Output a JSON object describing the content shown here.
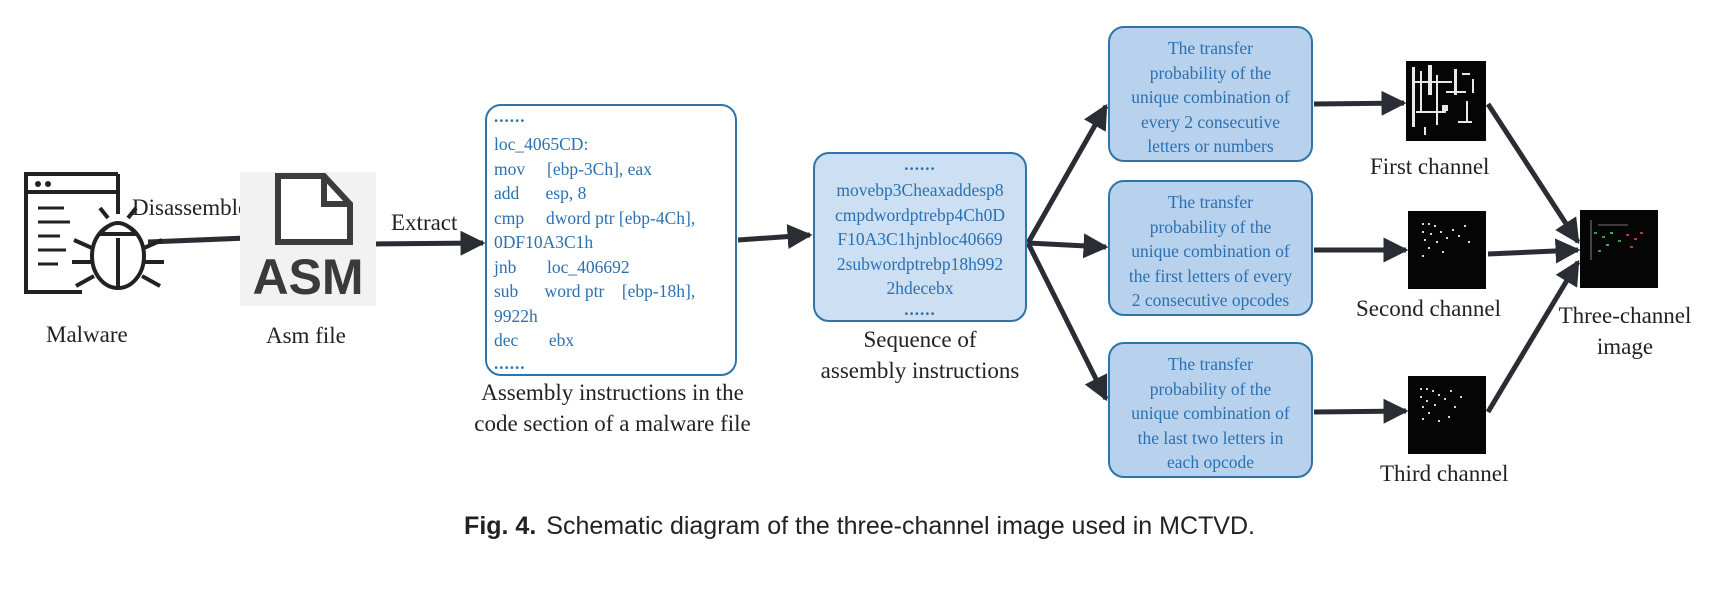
{
  "labels": {
    "malware": "Malware",
    "asm_file": "Asm file",
    "asm_icon_text": "ASM",
    "disassemble": "Disassemble",
    "extract": "Extract",
    "asm_caption_line1": "Assembly instructions in the",
    "asm_caption_line2": "code section of a malware file",
    "seq_caption_line1": "Sequence of",
    "seq_caption_line2": "assembly instructions",
    "first_channel": "First channel",
    "second_channel": "Second channel",
    "third_channel": "Third channel",
    "three_channel_line1": "Three-channel",
    "three_channel_line2": "image"
  },
  "asm_box": {
    "dots_top": "......",
    "lines": [
      "loc_4065CD:",
      "mov     [ebp-3Ch], eax",
      "add      esp, 8",
      "cmp     dword ptr [ebp-4Ch],",
      "0DF10A3C1h",
      "jnb       loc_406692",
      "sub      word ptr    [ebp-18h],",
      "9922h",
      "dec       ebx"
    ],
    "dots_bottom": "......"
  },
  "seq_box": {
    "dots_top": "......",
    "lines": [
      "movebp3Cheaxaddesp8",
      "cmpdwordptrebp4Ch0D",
      "F10A3C1hjnbloc40669",
      "2subwordptrebp18h992",
      "2hdecebx"
    ],
    "dots_bottom": "......"
  },
  "prob_boxes": [
    {
      "lines": [
        "The transfer",
        "probability of the",
        "unique combination of",
        "every 2 consecutive",
        "letters or numbers"
      ]
    },
    {
      "lines": [
        "The transfer",
        "probability of the",
        "unique combination of",
        "the first letters of every",
        "2 consecutive opcodes"
      ]
    },
    {
      "lines": [
        "The transfer",
        "probability of the",
        "unique combination of",
        "the last two letters in",
        "each opcode"
      ]
    }
  ],
  "caption": {
    "fig": "Fig. 4.",
    "text": "Schematic diagram of the three-channel image used in MCTVD."
  },
  "colors": {
    "box_border": "#2d74a8",
    "box_text": "#2b70b0",
    "seq_fill": "#cddff2",
    "prob_fill": "#b8d2ee",
    "arrow": "#2a2d33"
  }
}
